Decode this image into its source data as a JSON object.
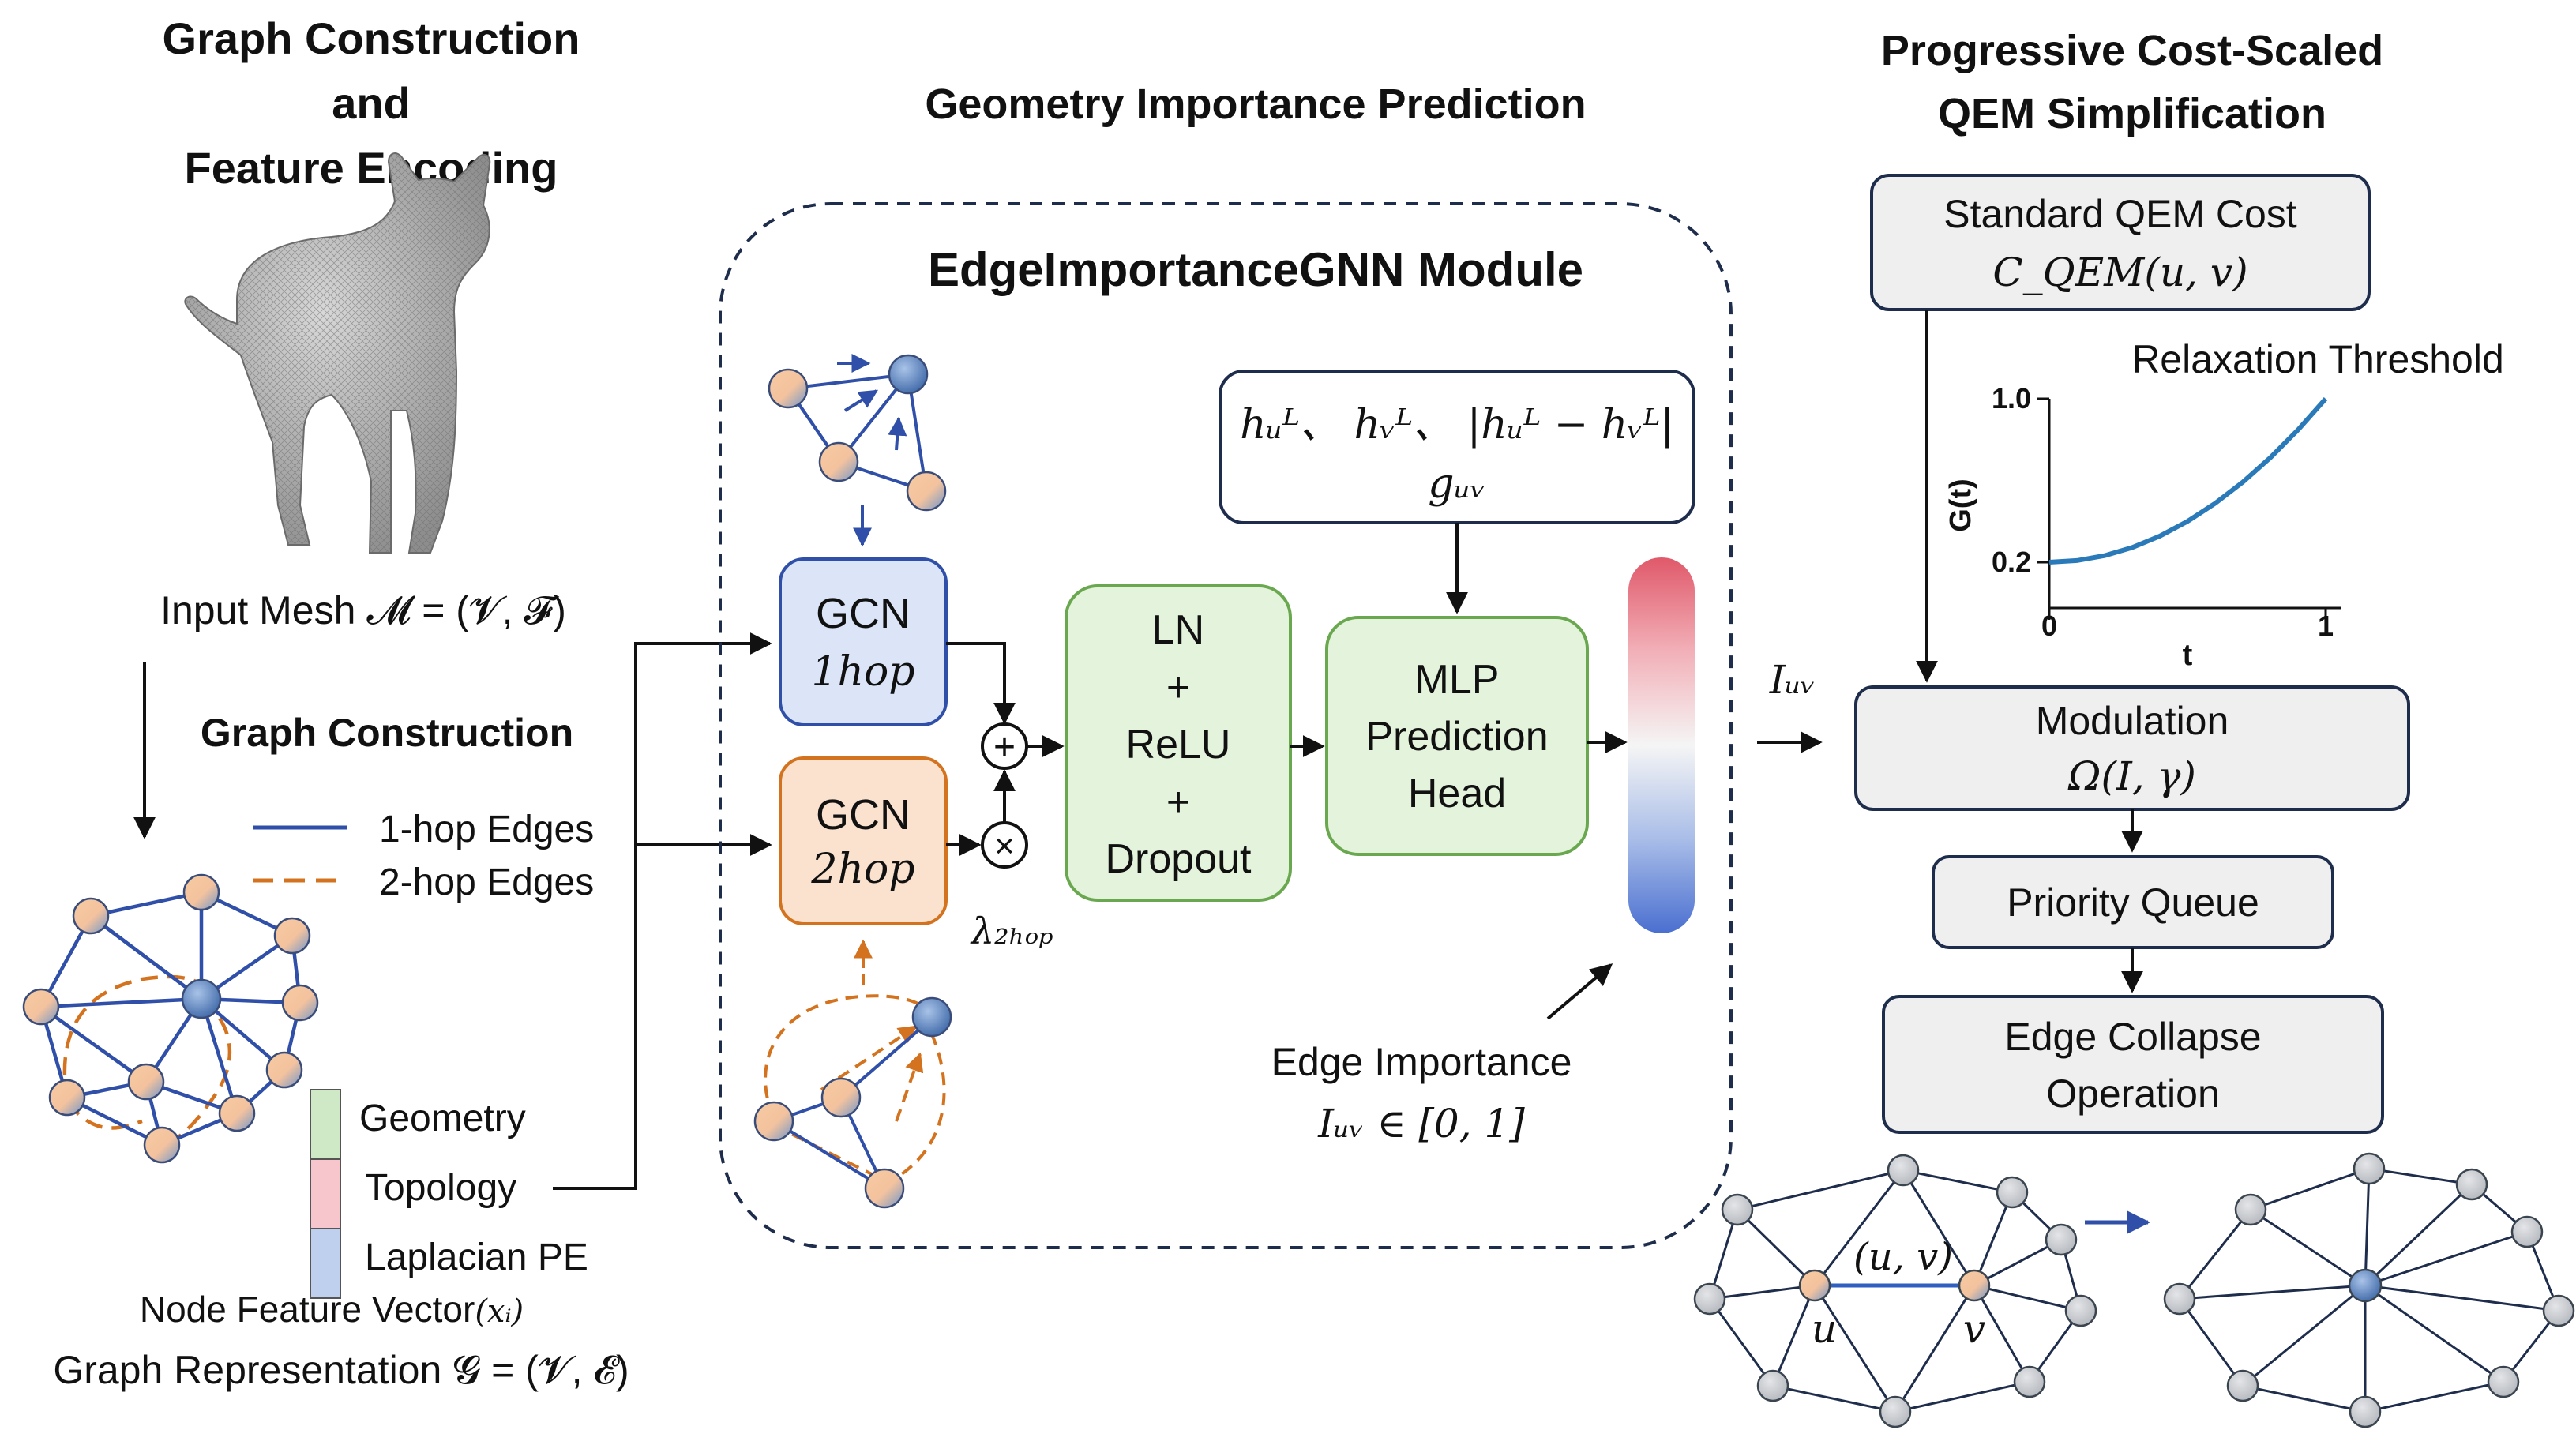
{
  "colors": {
    "node_fill_orange": "#f5c9a0",
    "node_fill_blue": "#6f96cc",
    "node_gray": "#c6c8cc",
    "hop1_blue": "#2f4fa8",
    "hop2_orange": "#d4731f",
    "gcn1_fill": "#dbe5f7",
    "gcn2_fill": "#fbe2cf",
    "green_fill": "#e4f3dc",
    "green_stroke": "#6aa84f",
    "gray_box": "#efefef",
    "curve_blue": "#2a7ab9",
    "geometry_swatch": "#cfe8c6",
    "topology_swatch": "#f6c6cc",
    "laplacian_swatch": "#bfcfee"
  },
  "left": {
    "title_line1": "Graph Construction",
    "title_line2": "and",
    "title_line3": "Feature Encoding",
    "input_mesh": "Input Mesh 𝓜 = (𝓥, 𝓕)",
    "graph_construction": "Graph Construction",
    "legend_1hop": "1-hop Edges",
    "legend_2hop": "2-hop Edges",
    "feat_geometry": "Geometry",
    "feat_topology": "Topology",
    "feat_laplacian": "Laplacian PE",
    "node_feature_prefix": "Node Feature Vector",
    "node_feature_symbol": "(xᵢ)",
    "graph_repr": "Graph Representation 𝓖 = (𝓥, 𝓔)"
  },
  "middle": {
    "title": "Geometry Importance Prediction",
    "module_title": "EdgeImportanceGNN Module",
    "gcn1_label": "GCN",
    "gcn1_sub": "1hop",
    "gcn2_label": "GCN",
    "gcn2_sub": "2hop",
    "plus_op": "+",
    "times_op": "×",
    "lambda_label": "λ₂ₕₒₚ",
    "ln_lines": [
      "LN",
      "+",
      "ReLU",
      "+",
      "Dropout"
    ],
    "mlp_lines": [
      "MLP",
      "Prediction",
      "Head"
    ],
    "feat_line1": "hᵤᴸ、 hᵥᴸ、 |hᵤᴸ − hᵥᴸ|",
    "feat_line2": "gᵤᵥ",
    "edge_importance_label": "Edge Importance",
    "edge_importance_formula": "Iᵤᵥ ∈ [0, 1]",
    "iuv_label": "Iᵤᵥ"
  },
  "right": {
    "title_line1": "Progressive Cost-Scaled",
    "title_line2": "QEM Simplification",
    "std_cost": "Standard QEM Cost",
    "std_cost_formula": "C_QEM(u, v)",
    "relaxation": "Relaxation Threshold",
    "modulation": "Modulation",
    "modulation_formula": "Ω(I, γ)",
    "priority_queue": "Priority Queue",
    "edge_collapse_line1": "Edge Collapse",
    "edge_collapse_line2": "Operation",
    "uv_label": "(u, v)",
    "u_label": "u",
    "v_label": "v"
  },
  "chart_data": {
    "type": "line",
    "title": "",
    "xlabel": "t",
    "ylabel": "G(t)",
    "x_ticks": [
      "0",
      "1"
    ],
    "y_ticks": [
      "0.2",
      "1.0"
    ],
    "xlim": [
      0,
      1
    ],
    "ylim": [
      0.2,
      1.0
    ],
    "x": [
      0,
      0.1,
      0.2,
      0.3,
      0.4,
      0.5,
      0.6,
      0.7,
      0.8,
      0.9,
      1.0
    ],
    "y": [
      0.2,
      0.208,
      0.232,
      0.272,
      0.328,
      0.4,
      0.488,
      0.592,
      0.712,
      0.848,
      1.0
    ]
  }
}
